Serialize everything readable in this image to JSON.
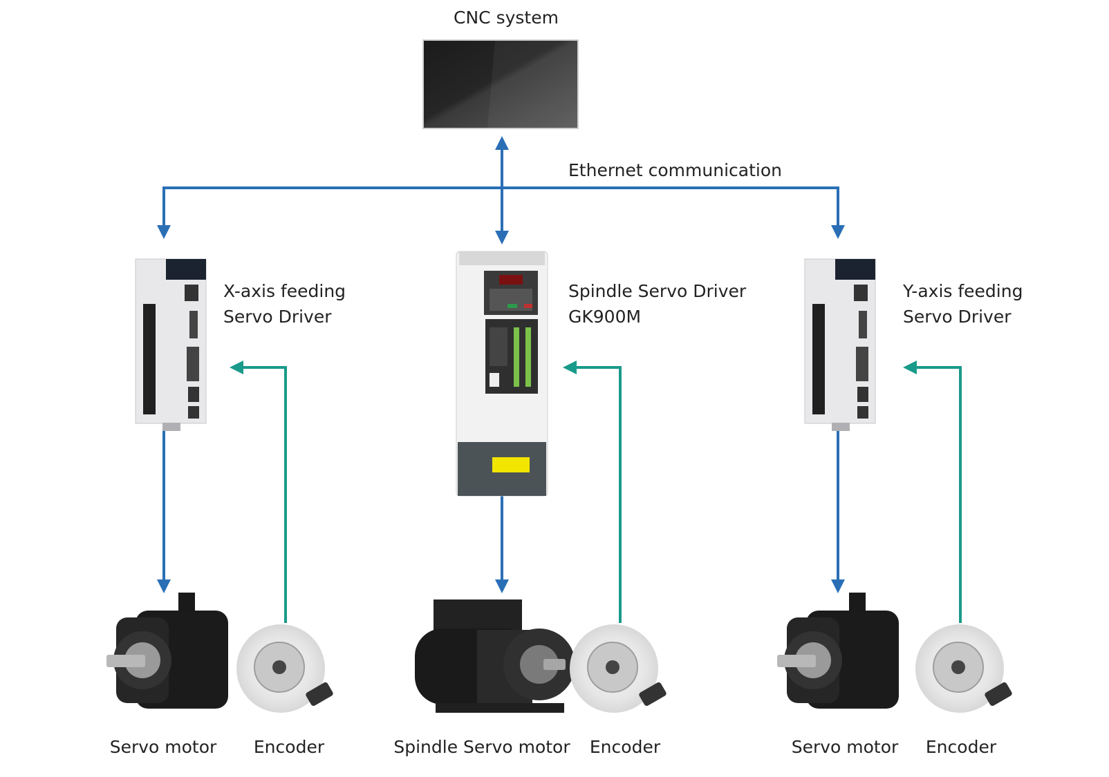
{
  "title": "CNC system",
  "bus_label": "Ethernet communication",
  "drivers": {
    "x": {
      "line1": "X-axis feeding",
      "line2": "Servo Driver"
    },
    "spindle": {
      "line1": "Spindle Servo Driver",
      "line2": "GK900M"
    },
    "y": {
      "line1": "Y-axis feeding",
      "line2": "Servo Driver"
    }
  },
  "bottom_labels": {
    "x_motor": "Servo motor",
    "x_encoder": "Encoder",
    "spindle_motor": "Spindle Servo motor",
    "spindle_encoder": "Encoder",
    "y_motor": "Servo motor",
    "y_encoder": "Encoder"
  },
  "colors": {
    "command_line": "#2a6fb6",
    "feedback_line": "#1a9a8a"
  }
}
